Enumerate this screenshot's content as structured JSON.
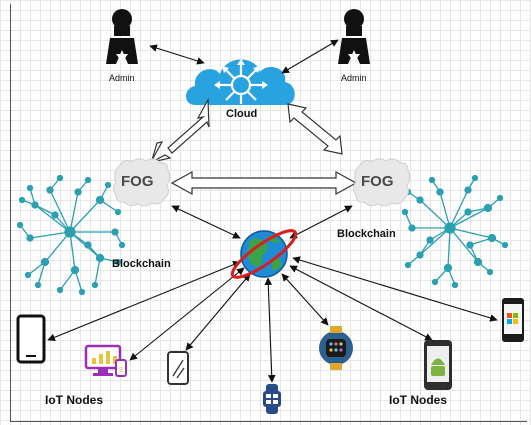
{
  "nodes": {
    "admin_left": "Admin",
    "admin_right": "Admin",
    "cloud": "Cloud",
    "fog_left": "FOG",
    "fog_right": "FOG",
    "blockchain_left": "Blockchain",
    "blockchain_right": "Blockchain",
    "iot_left": "IoT Nodes",
    "iot_right": "IoT Nodes"
  },
  "icons": [
    "admin-icon",
    "cloud-icon",
    "fog-icon",
    "blockchain-network-icon",
    "globe-icon",
    "tablet-icon",
    "desktop-analytics-icon",
    "phone-icon",
    "smartwatch-icon",
    "android-phone-icon",
    "windows-phone-icon"
  ],
  "colors": {
    "cloud": "#29a3e0",
    "blockchain": "#2aa0b0",
    "fog": "#e8e8e8",
    "admin": "#111111",
    "arrow": "#111111",
    "globe": "#1f8ad6",
    "android": "#7cb342"
  }
}
